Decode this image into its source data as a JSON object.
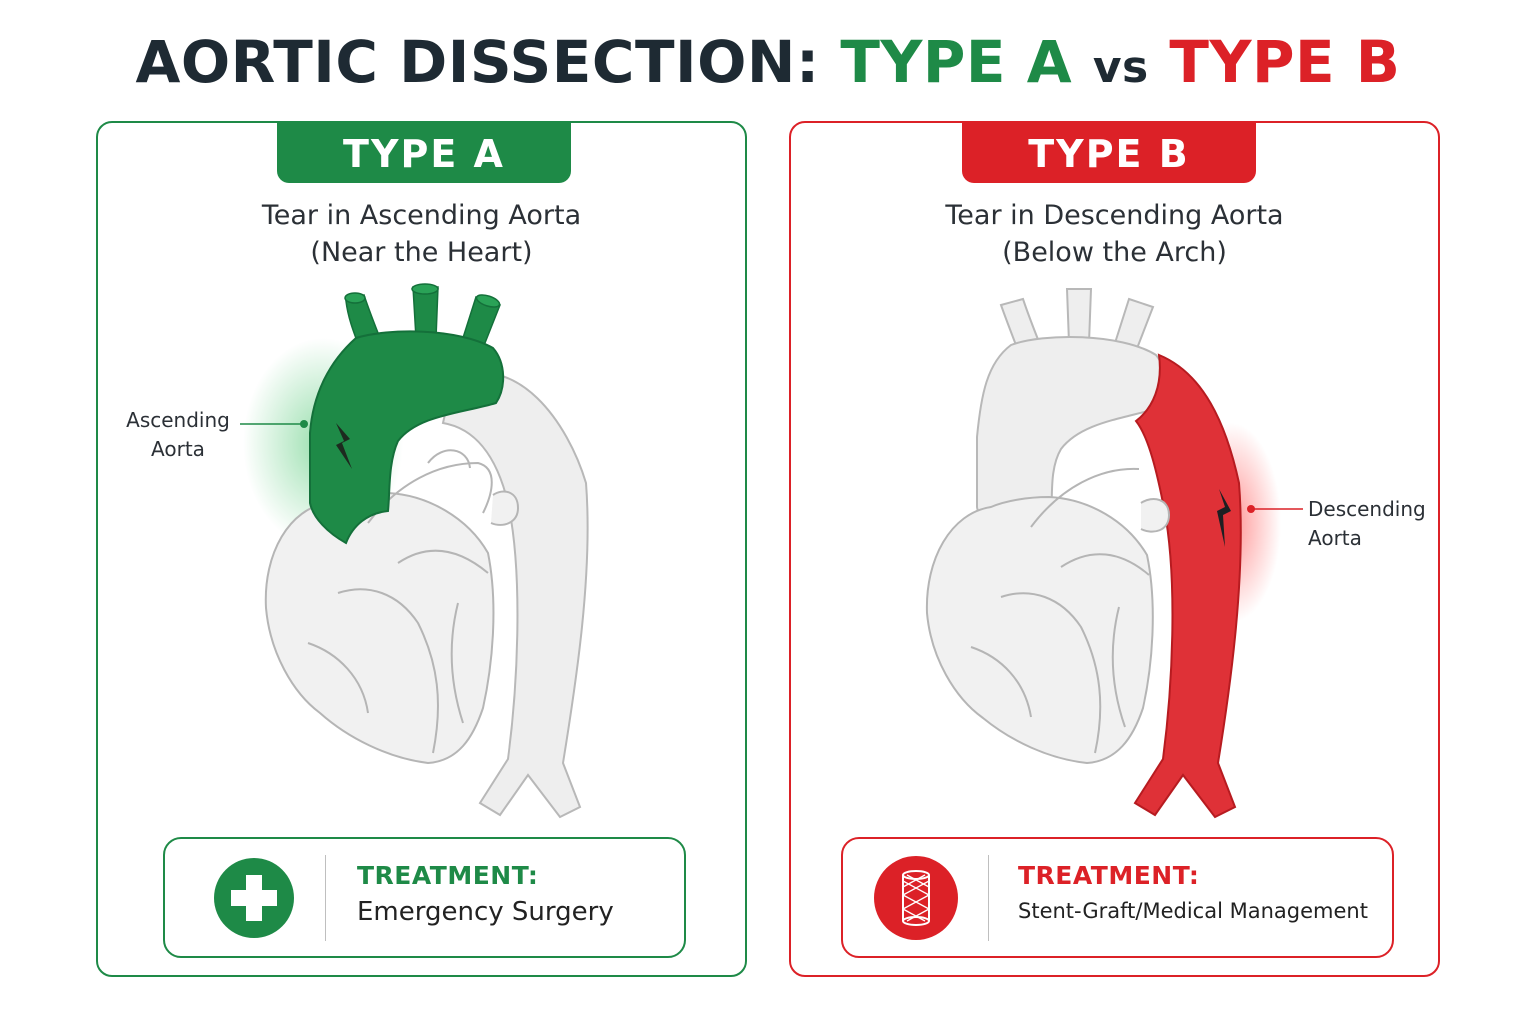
{
  "title": {
    "part1": "AORTIC DISSECTION:",
    "part2": "TYPE A",
    "part3": "vs",
    "part4": "TYPE B"
  },
  "colors": {
    "type_a": "#1e8a47",
    "type_b": "#dc2127",
    "dark_text": "#1e2a33",
    "organ_fill": "#eeeeee",
    "organ_stroke": "#b8b8b8"
  },
  "panel_a": {
    "tab": "TYPE A",
    "subtitle_line1": "Tear in Ascending Aorta",
    "subtitle_line2": "(Near the Heart)",
    "label_line1": "Ascending",
    "label_line2": "Aorta",
    "treatment_heading": "TREATMENT:",
    "treatment_text": "Emergency Surgery",
    "icon": "medical-cross-icon"
  },
  "panel_b": {
    "tab": "TYPE B",
    "subtitle_line1": "Tear in Descending Aorta",
    "subtitle_line2": "(Below the Arch)",
    "label_line1": "Descending",
    "label_line2": "Aorta",
    "treatment_heading": "TREATMENT:",
    "treatment_text": "Stent-Graft/Medical Management",
    "icon": "stent-graft-icon"
  }
}
